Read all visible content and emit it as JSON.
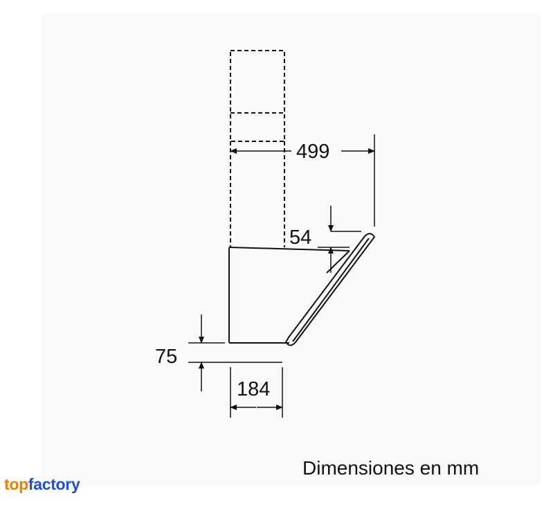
{
  "dimensions": {
    "depth": "499",
    "canopy_offset": "54",
    "front_height": "75",
    "front_depth": "184"
  },
  "caption": "Dimensiones en mm",
  "brand": {
    "part1": "top",
    "part2": "factory",
    "colors": {
      "part1": "#f07d00",
      "part2": "#1d4fd8"
    }
  }
}
